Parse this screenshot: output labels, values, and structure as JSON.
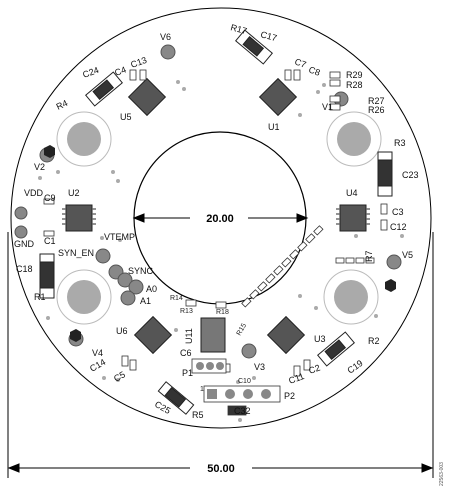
{
  "dimensions": {
    "inner_diameter": "20.00",
    "outer_diameter": "50.00"
  },
  "labels": {
    "R17": "R17",
    "C17": "C17",
    "V6": "V6",
    "C24": "C24",
    "C4": "C4",
    "C13": "C13",
    "C7": "C7",
    "C8": "C8",
    "R29": "R29",
    "R28": "R28",
    "R27": "R27",
    "R26": "R26",
    "V1": "V1",
    "R4": "R4",
    "U5": "U5",
    "U1": "U1",
    "R3": "R3",
    "V2": "V2",
    "C23": "C23",
    "VDD": "VDD",
    "C9": "C9",
    "U2": "U2",
    "U4": "U4",
    "C3": "C3",
    "C12": "C12",
    "GND": "GND",
    "C1": "C1",
    "VTEMP": "VTEMP",
    "SYN_EN": "SYN_EN",
    "R7": "R7",
    "V5": "V5",
    "C18": "C18",
    "SYNC": "SYNC",
    "A0": "A0",
    "A1": "A1",
    "R1": "R1",
    "R14": "R14",
    "R13": "R13",
    "R18": "R18",
    "U11": "U11",
    "U6": "U6",
    "U3": "U3",
    "R2": "R2",
    "R15": "R15",
    "C6": "C6",
    "V4": "V4",
    "P1": "P1",
    "V3": "V3",
    "C10": "C10",
    "C14": "C14",
    "C5": "C5",
    "C11": "C11",
    "C2": "C2",
    "C19": "C19",
    "pin1": "1",
    "C25": "C25",
    "R5": "R5",
    "P2": "P2",
    "C32": "C32"
  },
  "side_code": "22563-003"
}
